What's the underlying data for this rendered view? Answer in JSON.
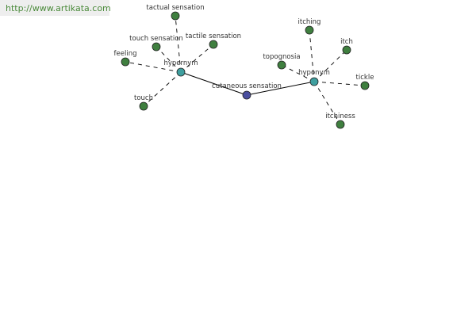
{
  "source": {
    "link_text": "http://www.artikata.com"
  },
  "colors": {
    "word_node": "#3f7f3f",
    "relation_node": "#3f9f9f",
    "center_node": "#4a4f9f",
    "link_text": "#4a8a3a",
    "link_background": "#eeeeee"
  },
  "graph": {
    "center": {
      "label": "cutaneous sensation"
    },
    "relations": [
      {
        "label": "hypernym",
        "words": [
          "tactual sensation",
          "touch sensation",
          "tactile sensation",
          "feeling",
          "touch"
        ]
      },
      {
        "label": "hyponym",
        "words": [
          "itching",
          "itch",
          "topognosia",
          "tickle",
          "itchiness"
        ]
      }
    ]
  }
}
